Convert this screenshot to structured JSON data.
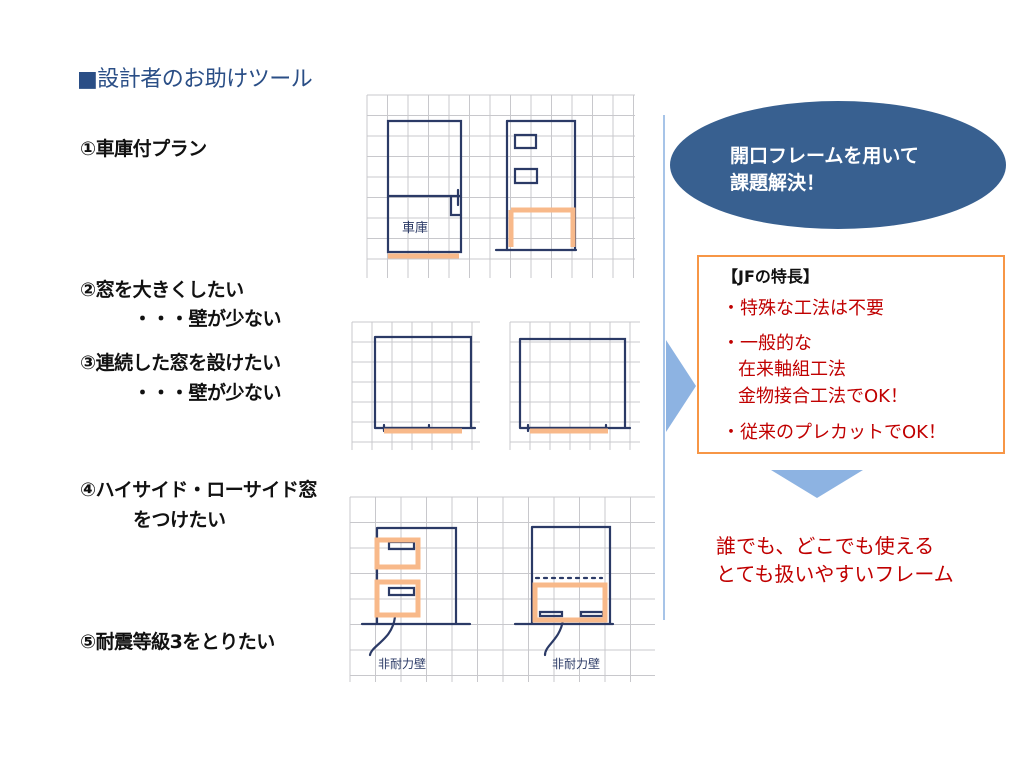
{
  "title": "■設計者のお助けツール",
  "items": [
    {
      "line1": "①車庫付プラン"
    },
    {
      "line1": "②窓を大きくしたい",
      "line2": "・・・壁が少ない"
    },
    {
      "line1": "③連続した窓を設けたい",
      "line2": "・・・壁が少ない"
    },
    {
      "line1": "④ハイサイド・ローサイド窓",
      "line2": "をつけたい"
    },
    {
      "line1": "⑤耐震等級3をとりたい"
    }
  ],
  "sketch_labels": {
    "garage": "車庫",
    "non_bearing_wall": "非耐力壁"
  },
  "callout": {
    "line1": "開口フレームを用いて",
    "line2": "課題解決！"
  },
  "features": {
    "heading": "【JFの特長】",
    "lines": [
      "・特殊な工法は不要",
      "・一般的な",
      "在来軸組工法",
      "金物接合工法でOK！",
      "・従来のプレカットでOK！"
    ]
  },
  "conclusion": {
    "line1": "誰でも、どこでも使える",
    "line2": "とても扱いやすいフレーム"
  },
  "colors": {
    "title": "#2a4e86",
    "ellipse": "#386090",
    "box_border": "#f79646",
    "red_text": "#c00000",
    "arrow": "#8db3e2",
    "highlight": "#f8b98a",
    "ink": "#2b3a66"
  }
}
